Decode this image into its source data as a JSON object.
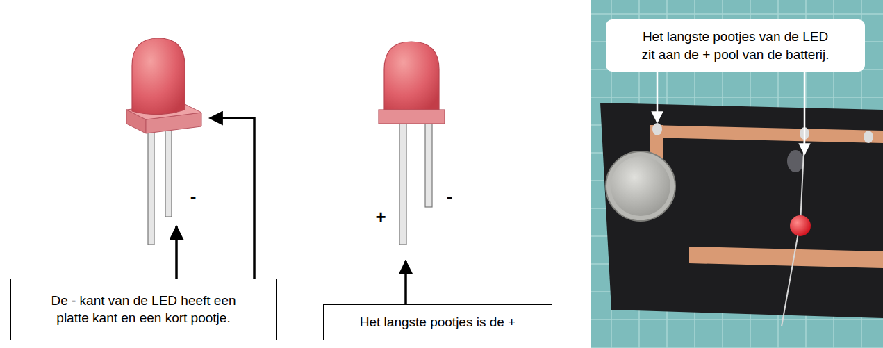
{
  "diagram": {
    "nodes": [
      {
        "text": [
          "De - kant van de LED heeft een platte kant en een kort pootje."
        ]
      },
      {
        "text": [
          "Het langste pootjes is de +"
        ]
      },
      {
        "text": [
          "Het langste pootjes van de LED zit aan de + pool van de batterij."
        ]
      }
    ],
    "labels": [
      "-",
      "+",
      "-"
    ]
  }
}
